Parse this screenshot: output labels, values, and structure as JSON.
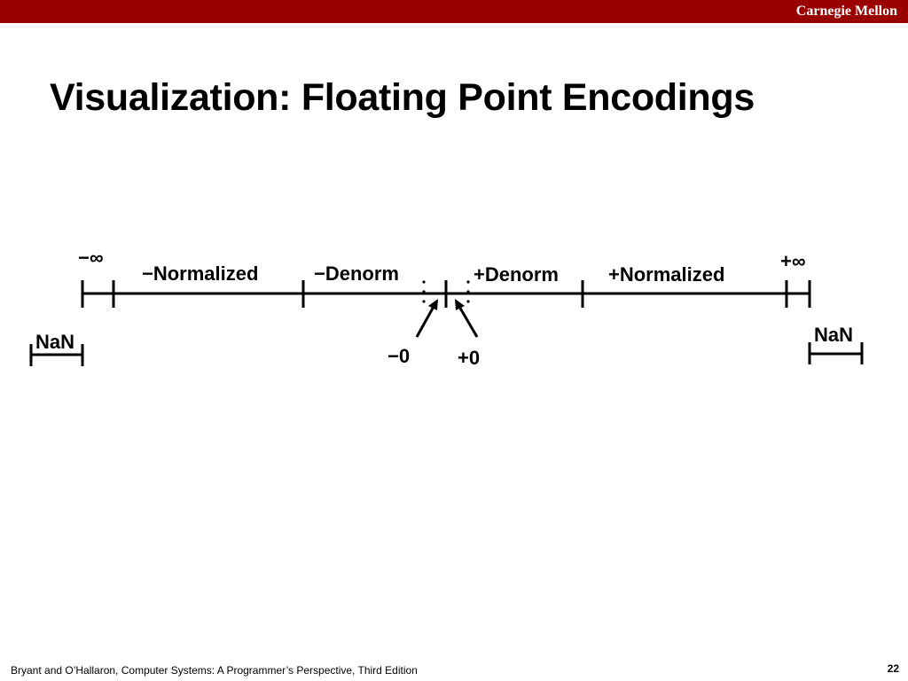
{
  "header": {
    "brand": "Carnegie Mellon",
    "bar_color": "#990000"
  },
  "slide": {
    "title": "Visualization: Floating Point Encodings"
  },
  "diagram": {
    "labels": {
      "neg_inf": "−∞",
      "pos_inf": "+∞",
      "neg_normalized": "−Normalized",
      "neg_denorm": "−Denorm",
      "pos_denorm": "+Denorm",
      "pos_normalized": "+Normalized",
      "nan_left": "NaN",
      "nan_right": "NaN",
      "neg_zero": "−0",
      "pos_zero": "+0"
    }
  },
  "footer": {
    "citation": "Bryant and O’Hallaron, Computer Systems: A Programmer’s Perspective, Third Edition",
    "page_number": "22"
  }
}
